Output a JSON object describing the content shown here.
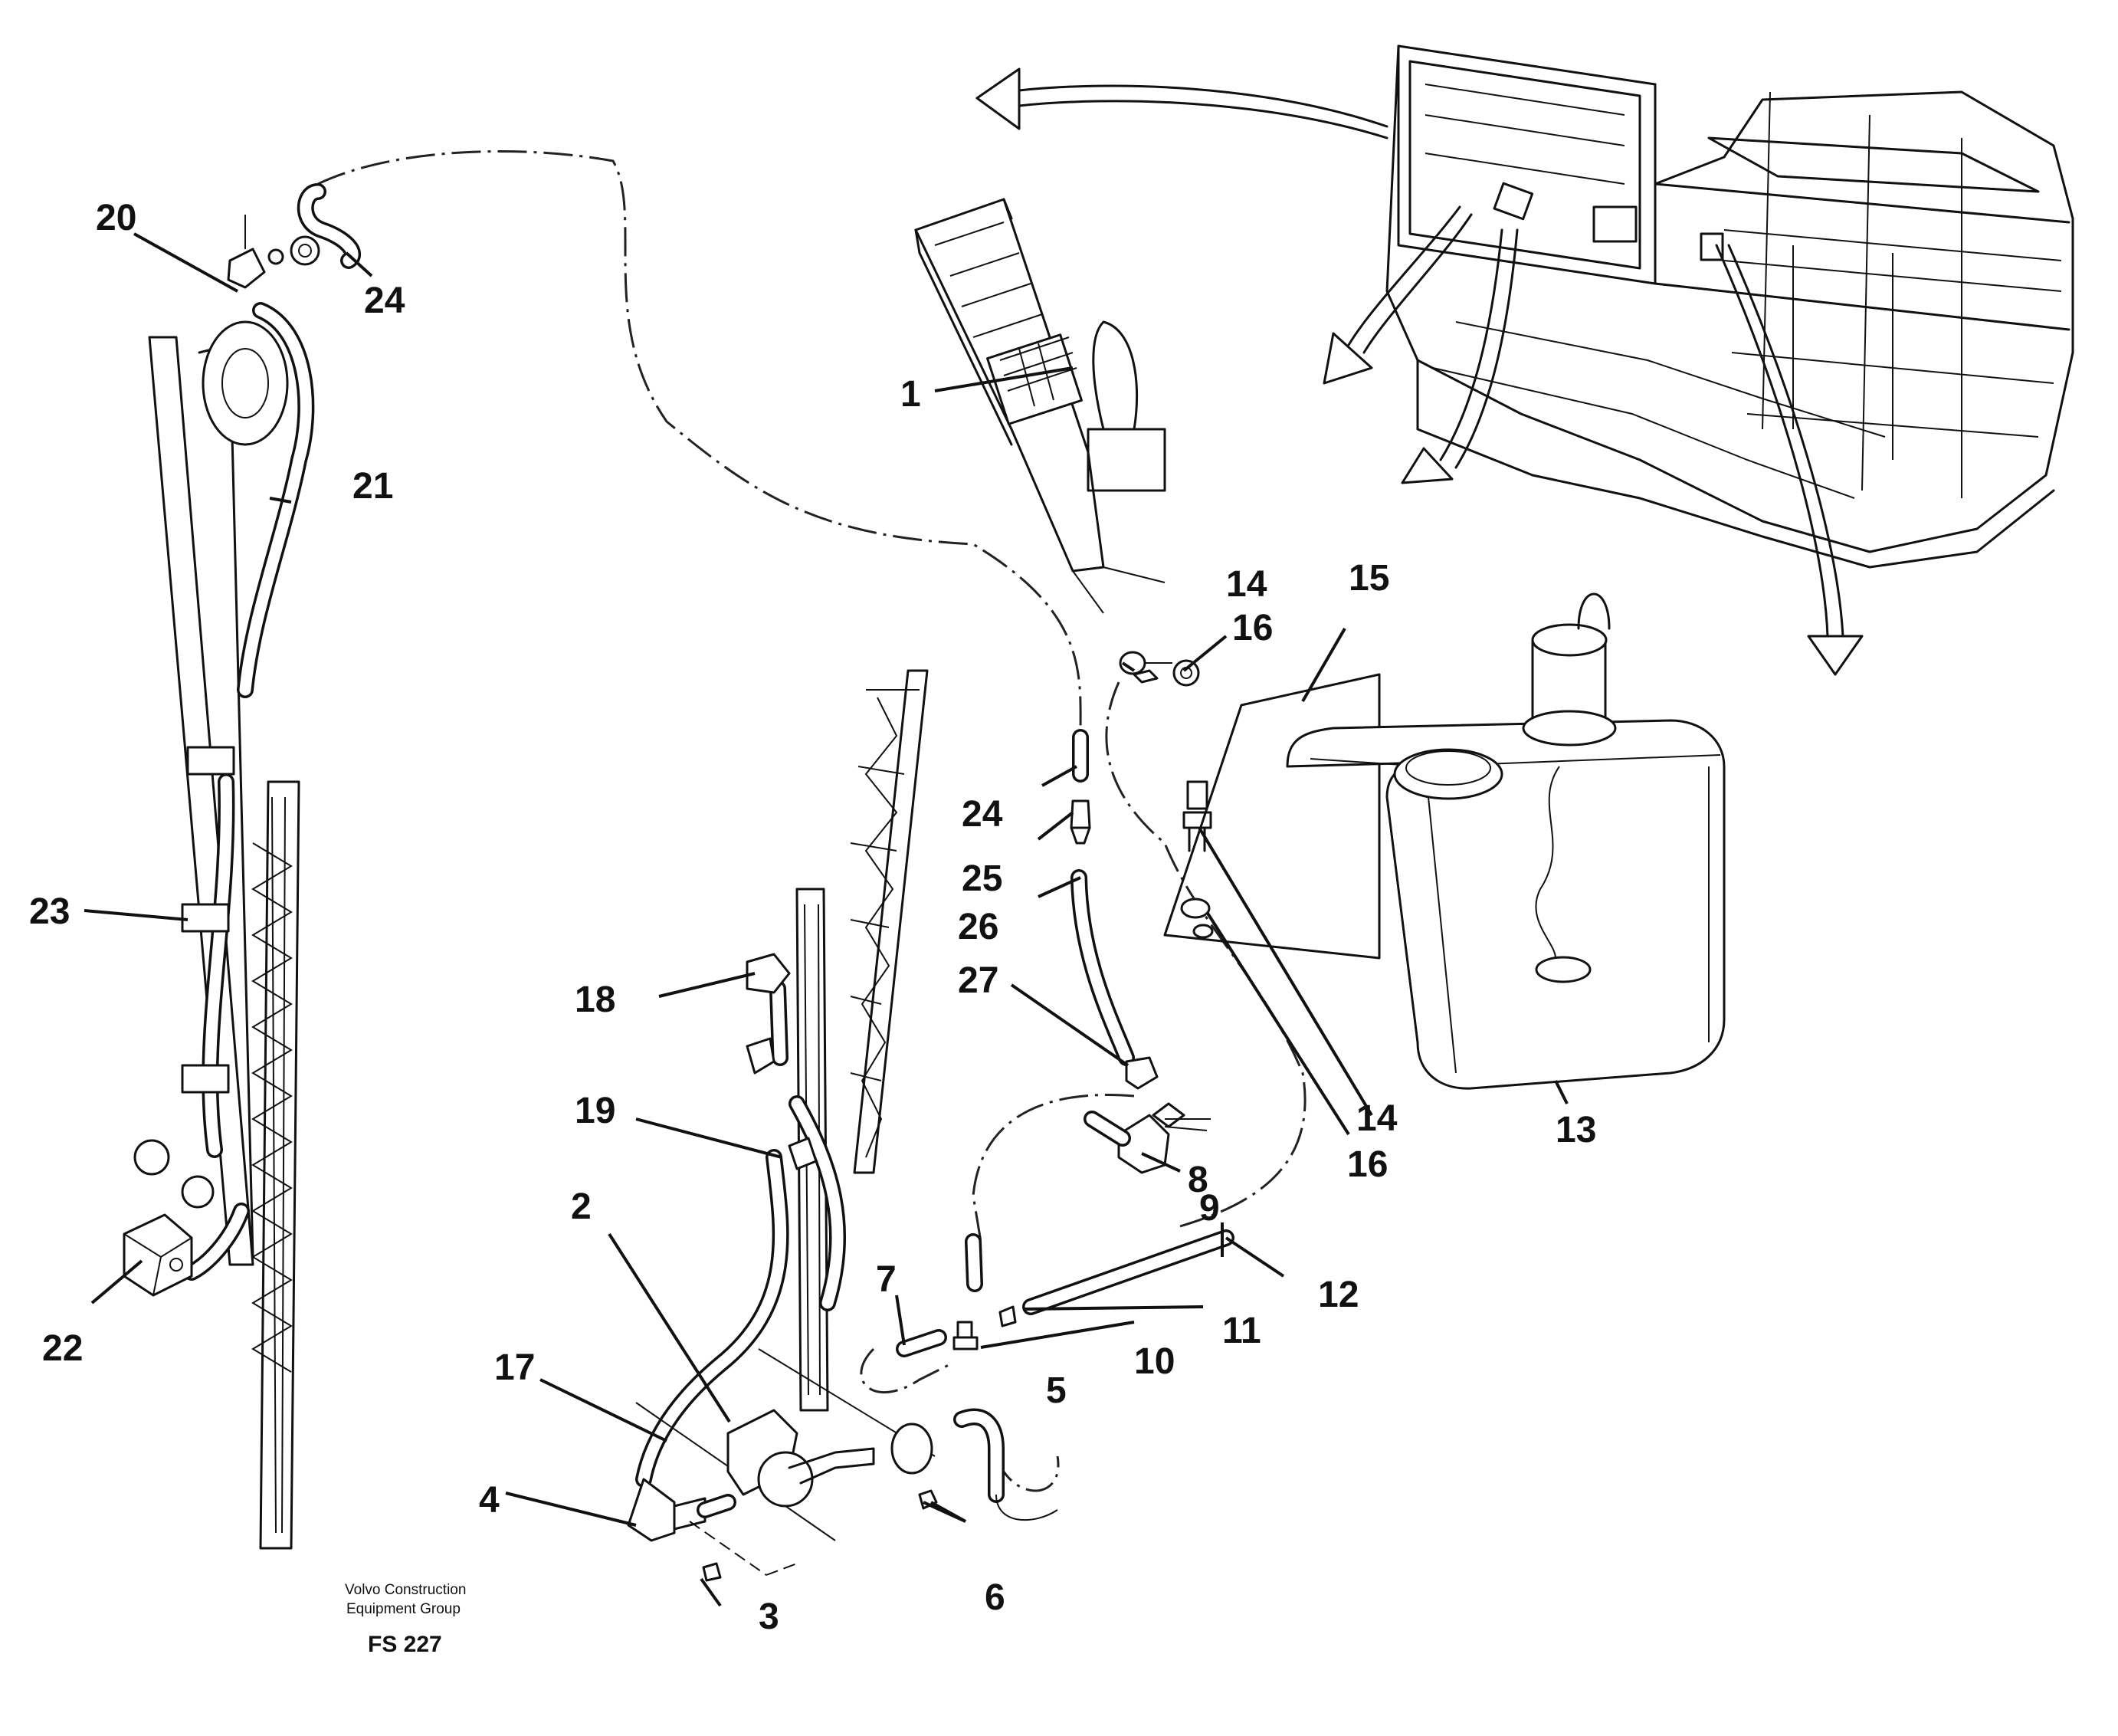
{
  "diagram": {
    "callouts": [
      {
        "id": "c1",
        "label": "1"
      },
      {
        "id": "c2",
        "label": "2"
      },
      {
        "id": "c3",
        "label": "3"
      },
      {
        "id": "c4",
        "label": "4"
      },
      {
        "id": "c5",
        "label": "5"
      },
      {
        "id": "c6",
        "label": "6"
      },
      {
        "id": "c7",
        "label": "7"
      },
      {
        "id": "c8",
        "label": "8"
      },
      {
        "id": "c9",
        "label": "9"
      },
      {
        "id": "c10",
        "label": "10"
      },
      {
        "id": "c11",
        "label": "11"
      },
      {
        "id": "c12",
        "label": "12"
      },
      {
        "id": "c13",
        "label": "13"
      },
      {
        "id": "c14a",
        "label": "14"
      },
      {
        "id": "c14b",
        "label": "14"
      },
      {
        "id": "c15",
        "label": "15"
      },
      {
        "id": "c16a",
        "label": "16"
      },
      {
        "id": "c16b",
        "label": "16"
      },
      {
        "id": "c17",
        "label": "17"
      },
      {
        "id": "c18",
        "label": "18"
      },
      {
        "id": "c19",
        "label": "19"
      },
      {
        "id": "c20",
        "label": "20"
      },
      {
        "id": "c21",
        "label": "21"
      },
      {
        "id": "c22",
        "label": "22"
      },
      {
        "id": "c23",
        "label": "23"
      },
      {
        "id": "c24a",
        "label": "24"
      },
      {
        "id": "c24b",
        "label": "24"
      },
      {
        "id": "c25",
        "label": "25"
      },
      {
        "id": "c26",
        "label": "26"
      },
      {
        "id": "c27",
        "label": "27"
      }
    ],
    "footer": {
      "line1": "Volvo Construction",
      "line2": "Equipment Group",
      "code": "FS 227"
    }
  }
}
